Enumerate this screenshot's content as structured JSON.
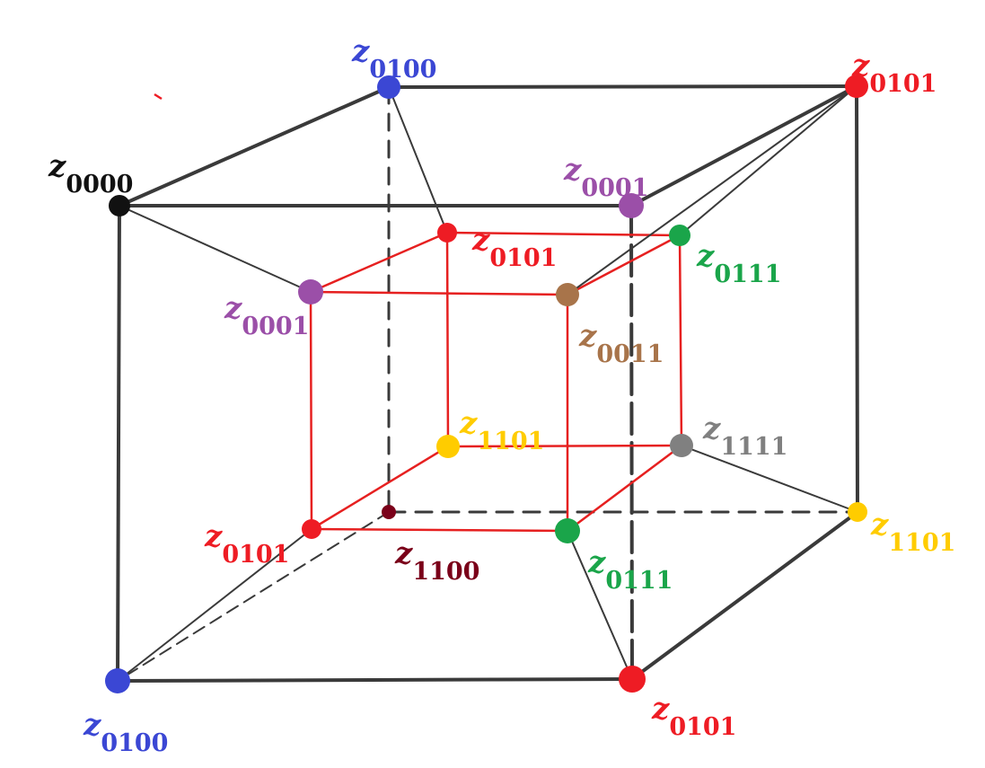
{
  "colors": {
    "black": "#111111",
    "blue": "#3b47d4",
    "red": "#ee1c24",
    "purple": "#9b4fa8",
    "green": "#1aa54a",
    "brown": "#a8744a",
    "yellow": "#ffcc00",
    "gray": "#808080",
    "darkred": "#7a0019",
    "outerEdge": "#3a3a3a",
    "innerEdge": "#e62020"
  },
  "nodes": [
    {
      "id": "n0000",
      "symbol": "z",
      "subscript": "0000",
      "color": "black"
    },
    {
      "id": "n0100t",
      "symbol": "z",
      "subscript": "0100",
      "color": "blue"
    },
    {
      "id": "n0101tr",
      "symbol": "z",
      "subscript": "0101",
      "color": "red"
    },
    {
      "id": "n0001o",
      "symbol": "z",
      "subscript": "0001",
      "color": "purple"
    },
    {
      "id": "n0101i",
      "symbol": "z",
      "subscript": "0101",
      "color": "red"
    },
    {
      "id": "n0111i",
      "symbol": "z",
      "subscript": "0111",
      "color": "green"
    },
    {
      "id": "n0001i",
      "symbol": "z",
      "subscript": "0001",
      "color": "purple"
    },
    {
      "id": "n0011",
      "symbol": "z",
      "subscript": "0011",
      "color": "brown"
    },
    {
      "id": "n1101i",
      "symbol": "z",
      "subscript": "1101",
      "color": "yellow"
    },
    {
      "id": "n1111",
      "symbol": "z",
      "subscript": "1111",
      "color": "gray"
    },
    {
      "id": "n0101ib",
      "symbol": "z",
      "subscript": "0101",
      "color": "red"
    },
    {
      "id": "n1100",
      "symbol": "z",
      "subscript": "1100",
      "color": "darkred"
    },
    {
      "id": "n0111ib",
      "symbol": "z",
      "subscript": "0111",
      "color": "green"
    },
    {
      "id": "n1101o",
      "symbol": "z",
      "subscript": "1101",
      "color": "yellow"
    },
    {
      "id": "n0100b",
      "symbol": "z",
      "subscript": "0100",
      "color": "blue"
    },
    {
      "id": "n0101b",
      "symbol": "z",
      "subscript": "0101",
      "color": "red"
    }
  ]
}
